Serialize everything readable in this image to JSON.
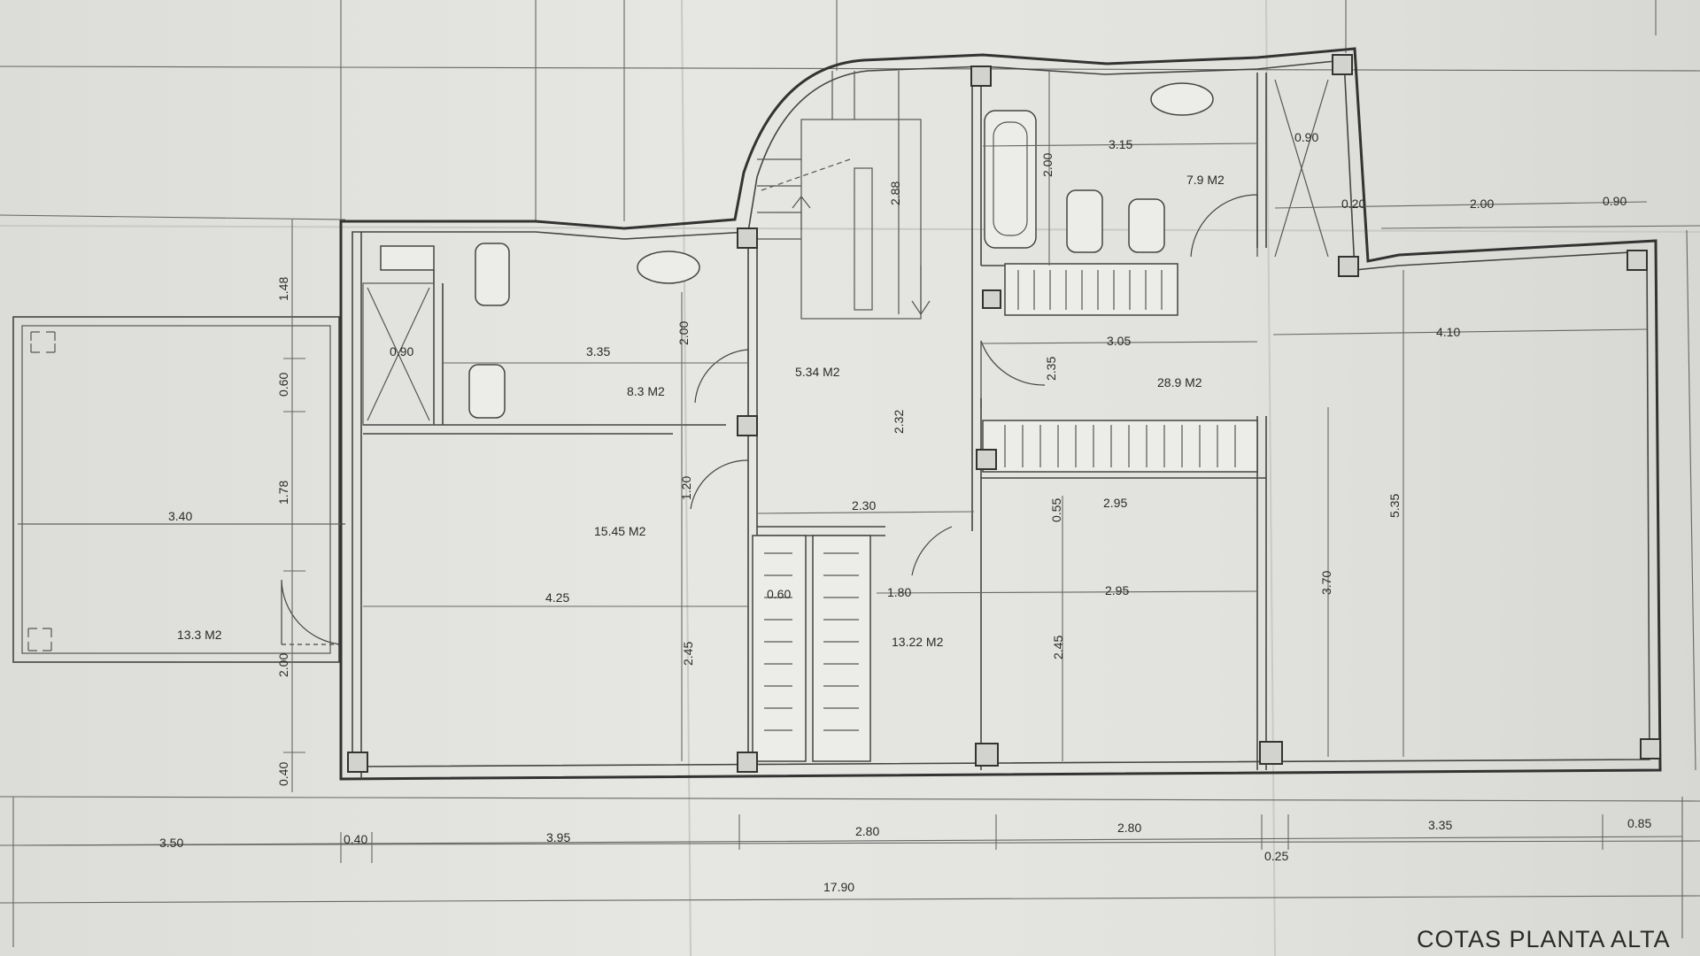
{
  "title": "COTAS PLANTA ALTA",
  "rooms": [
    {
      "id": "terrace-left",
      "area": "13.3 M2"
    },
    {
      "id": "bath-left",
      "area": "8.3 M2"
    },
    {
      "id": "hall",
      "area": "5.34 M2"
    },
    {
      "id": "room-left",
      "area": "15.45 M2"
    },
    {
      "id": "bath-right",
      "area": "7.9 M2"
    },
    {
      "id": "bedroom-main",
      "area": "28.9 M2"
    },
    {
      "id": "room-middle",
      "area": "13.22 M2"
    }
  ],
  "dimensions": {
    "top": [
      "3.15",
      "0.90",
      "2.00",
      "2.88",
      "0.20",
      "2.00",
      "0.90",
      "2.00",
      "3.35",
      "0.90",
      "3.05",
      "4.10",
      "2.35",
      "2.32"
    ],
    "middle": [
      "3.40",
      "1.20",
      "2.30",
      "0.55",
      "2.95",
      "4.25",
      "0.60",
      "1.80",
      "2.95",
      "5.35",
      "3.70",
      "2.45",
      "2.45"
    ],
    "left_vertical": [
      "1.48",
      "0.60",
      "1.78",
      "2.00",
      "0.40"
    ],
    "bottom": [
      "3.50",
      "0.40",
      "3.95",
      "2.80",
      "2.80",
      "3.35",
      "0.85",
      "0.25",
      "17.90"
    ]
  }
}
